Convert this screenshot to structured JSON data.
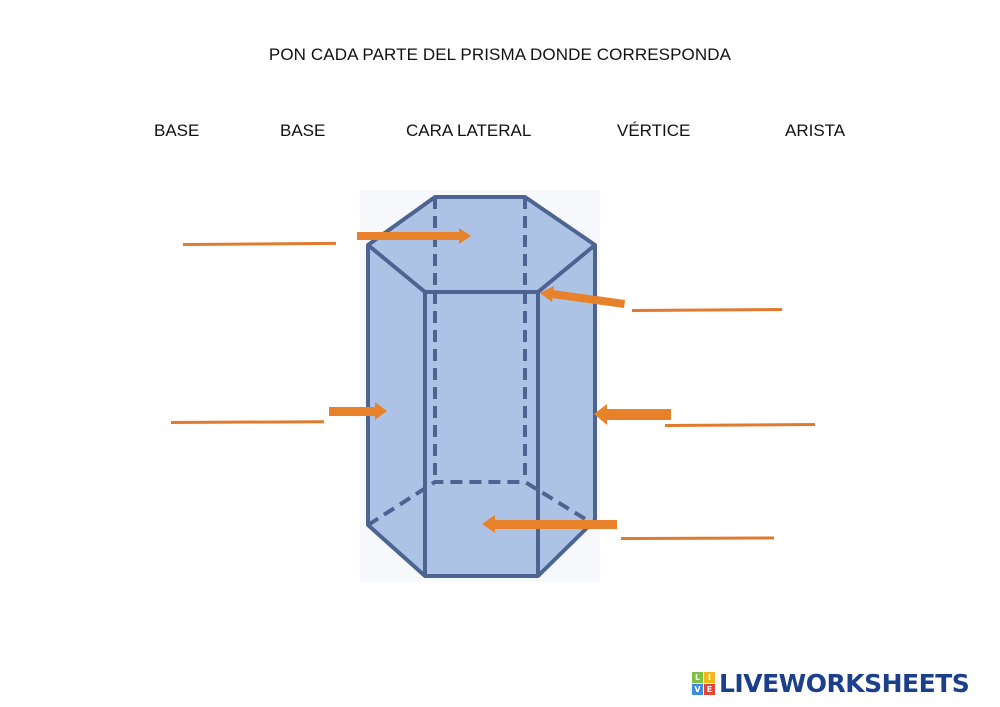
{
  "title": "PON CADA PARTE DEL PRISMA DONDE CORRESPONDA",
  "word_bank": [
    {
      "label": "BASE"
    },
    {
      "label": "BASE"
    },
    {
      "label": "CARA LATERAL"
    },
    {
      "label": "VÉRTICE"
    },
    {
      "label": "ARISTA"
    }
  ],
  "drop_targets": [
    {
      "name": "top-left-answer",
      "value": ""
    },
    {
      "name": "middle-left-answer",
      "value": ""
    },
    {
      "name": "top-right-answer",
      "value": ""
    },
    {
      "name": "middle-right-answer",
      "value": ""
    },
    {
      "name": "bottom-right-answer",
      "value": ""
    }
  ],
  "colors": {
    "prism_fill": "#adc3e6",
    "prism_edge": "#4d6491",
    "arrow": "#e8822a",
    "answer_line": "#e07a2e",
    "logo_text": "#1b3f8b"
  },
  "logo": {
    "letters": [
      "L",
      "I",
      "V",
      "E"
    ],
    "letter_colors": [
      "#7cc242",
      "#f4b619",
      "#3c8be0",
      "#e8433a"
    ],
    "text": "LIVEWORKSHEETS"
  }
}
